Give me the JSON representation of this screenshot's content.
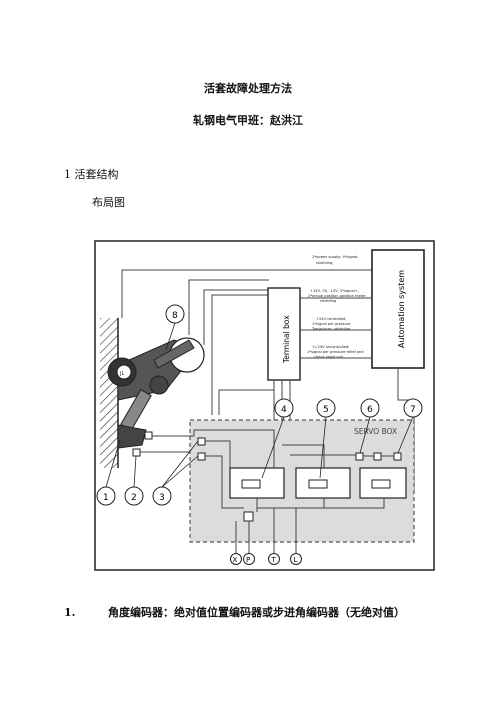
{
  "document": {
    "title": "活套故障处理方法",
    "author_line": "轧钢电气甲班：赵洪江",
    "section_heading": "1 活套结构",
    "subsection_heading": "布局图",
    "list_item_1": {
      "number": "1.",
      "text": "角度编码器：绝对值位置编码器或步进角编码器（无绝对值）"
    }
  },
  "figure": {
    "terminal_box_label": "Terminal box",
    "automation_label": "Automation system",
    "servo_box_label": "SERVO BOX",
    "notes": {
      "power": [
        "2*power supply; 4*signal;",
        "shielding;"
      ],
      "position": [
        "+15V, 0V, -15V, 2*signal+,",
        "2*actual position position meter,",
        "shielding"
      ],
      "pressure": [
        "+24V controlled;",
        "1*signal per pressure",
        "Transducer; shielding"
      ],
      "valve": [
        "+/-24V uncontrolled;",
        "1*signal per pressure relief and",
        "check valve coil"
      ]
    },
    "callouts": [
      "1",
      "2",
      "3",
      "4",
      "5",
      "6",
      "7",
      "8"
    ],
    "ports": [
      "X",
      "P",
      "T",
      "L"
    ],
    "encoder_label": "JL"
  }
}
